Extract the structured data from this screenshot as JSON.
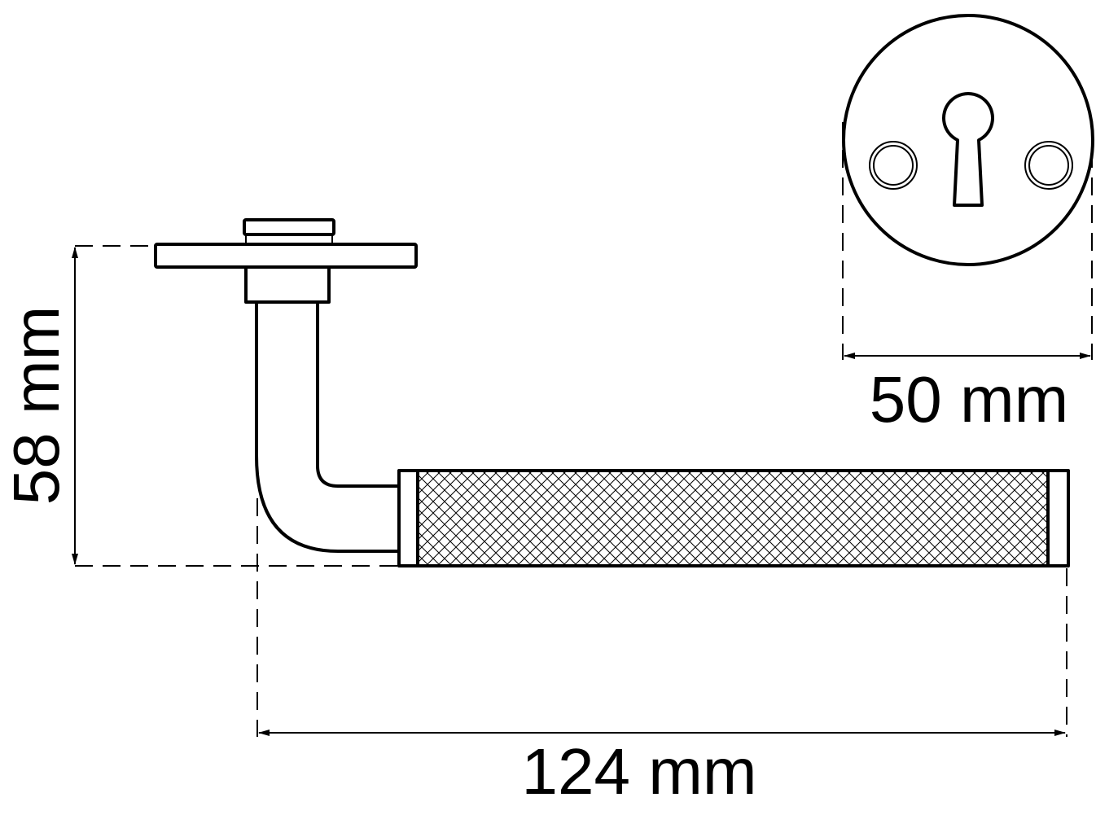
{
  "dimensions": {
    "height_label": "58 mm",
    "length_label": "124 mm",
    "rose_diameter_label": "50 mm"
  },
  "colors": {
    "line": "#000000",
    "background": "#ffffff"
  }
}
